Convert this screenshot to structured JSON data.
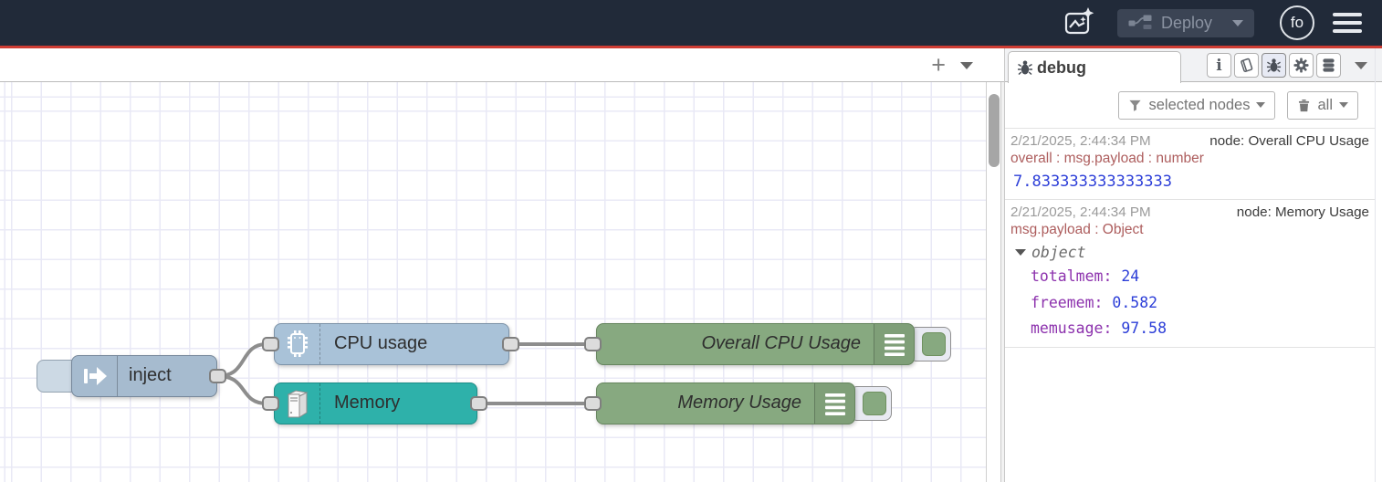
{
  "header": {
    "deploy_label": "Deploy",
    "user_initials": "fo"
  },
  "flow_tabbar": {
    "add_label": "+"
  },
  "canvas": {
    "nodes": {
      "inject": {
        "label": "inject",
        "color": "#a6bbcf"
      },
      "cpu": {
        "label": "CPU usage",
        "color": "#a9c2d8"
      },
      "memory": {
        "label": "Memory",
        "color": "#2eb1aa"
      },
      "debug_cpu": {
        "label": "Overall CPU Usage",
        "color": "#87a980"
      },
      "debug_memory": {
        "label": "Memory Usage",
        "color": "#87a980"
      }
    }
  },
  "sidebar": {
    "tab_label": "debug",
    "filter_button": "selected nodes",
    "clear_button": "all",
    "messages": [
      {
        "timestamp": "2/21/2025, 2:44:34 PM",
        "node": "node: Overall CPU Usage",
        "property": "overall : msg.payload : number",
        "value": "7.833333333333333"
      },
      {
        "timestamp": "2/21/2025, 2:44:34 PM",
        "node": "node: Memory Usage",
        "property": "msg.payload : Object",
        "object_label": "object",
        "fields": [
          {
            "key": "totalmem:",
            "value": "24"
          },
          {
            "key": "freemem:",
            "value": "0.582"
          },
          {
            "key": "memusage:",
            "value": "97.58"
          }
        ]
      }
    ]
  },
  "icons": {
    "info": "i"
  },
  "colors": {
    "header_bg": "#212a39",
    "header_accent_line": "#ce3c33",
    "debug_value_number": "#2c3ed8",
    "debug_object_key": "#8c31ad",
    "debug_property": "#ad5d5d",
    "wire": "#8d8d8d"
  }
}
